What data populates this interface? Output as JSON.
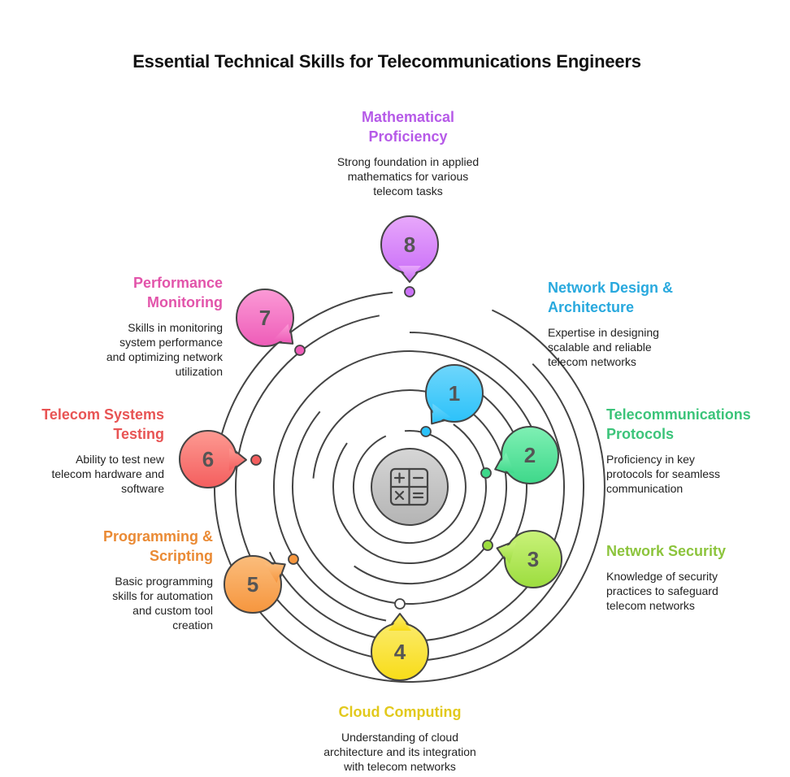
{
  "title": "Essential Technical Skills for Telecommunications Engineers",
  "center_icon": "calculator-icon",
  "skills": [
    {
      "num": "1",
      "title": "Network Design & Architecture",
      "title_lines": [
        "Network Design &",
        "Architecture"
      ],
      "desc_lines": [
        "Expertise in designing",
        "scalable and reliable",
        "telecom networks"
      ],
      "color": "#29a9de",
      "fill_top": "#6fd6fb",
      "fill_bot": "#2cc2fa"
    },
    {
      "num": "2",
      "title": "Telecommunications Protocols",
      "title_lines": [
        "Telecommunications",
        "Protocols"
      ],
      "desc_lines": [
        "Proficiency in key",
        "protocols for seamless",
        "communication"
      ],
      "color": "#3cc47a",
      "fill_top": "#7ff0b4",
      "fill_bot": "#3ed88a"
    },
    {
      "num": "3",
      "title": "Network Security",
      "title_lines": [
        "Network Security"
      ],
      "desc_lines": [
        "Knowledge of security",
        "practices to safeguard",
        "telecom networks"
      ],
      "color": "#8cc43c",
      "fill_top": "#c9f27a",
      "fill_bot": "#9cdd3e"
    },
    {
      "num": "4",
      "title": "Cloud Computing",
      "title_lines": [
        "Cloud Computing"
      ],
      "desc_lines": [
        "Understanding of cloud",
        "architecture and its integration",
        "with telecom networks"
      ],
      "color": "#e2c91c",
      "fill_top": "#fbeb6a",
      "fill_bot": "#f8dc18"
    },
    {
      "num": "5",
      "title": "Programming & Scripting",
      "title_lines": [
        "Programming &",
        "Scripting"
      ],
      "desc_lines": [
        "Basic programming",
        "skills for automation",
        "and custom tool",
        "creation"
      ],
      "color": "#ea8a34",
      "fill_top": "#fbbd7c",
      "fill_bot": "#f6963e"
    },
    {
      "num": "6",
      "title": "Telecom Systems Testing",
      "title_lines": [
        "Telecom Systems",
        "Testing"
      ],
      "desc_lines": [
        "Ability to test new",
        "telecom hardware and",
        "software"
      ],
      "color": "#e85454",
      "fill_top": "#fd9a92",
      "fill_bot": "#f45e5e"
    },
    {
      "num": "7",
      "title": "Performance Monitoring",
      "title_lines": [
        "Performance",
        "Monitoring"
      ],
      "desc_lines": [
        "Skills in monitoring",
        "system performance",
        "and optimizing network",
        "utilization"
      ],
      "color": "#e254aa",
      "fill_top": "#fb9ad6",
      "fill_bot": "#ee5cb8"
    },
    {
      "num": "8",
      "title": "Mathematical Proficiency",
      "title_lines": [
        "Mathematical",
        "Proficiency"
      ],
      "desc_lines": [
        "Strong foundation in applied",
        "mathematics for various",
        "telecom tasks"
      ],
      "color": "#b65ae8",
      "fill_top": "#e8a8fb",
      "fill_bot": "#cc72f8"
    }
  ]
}
